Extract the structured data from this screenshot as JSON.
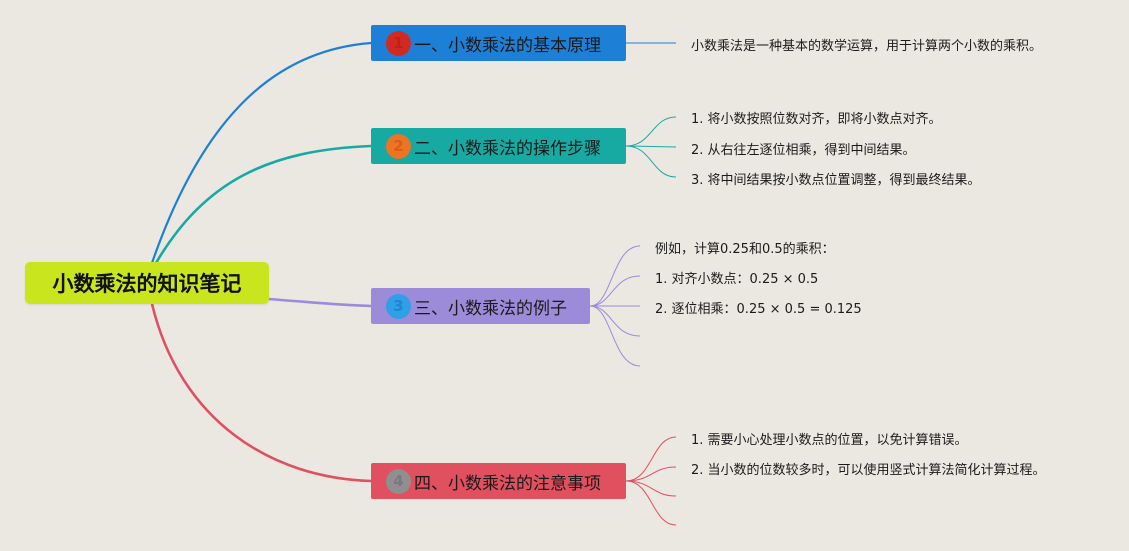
{
  "root": {
    "title": "小数乘法的知识笔记"
  },
  "branches": [
    {
      "number": "1",
      "label": "一、小数乘法的基本原理",
      "color": "#1e7fd6",
      "leaves": [
        "小数乘法是一种基本的数学运算，用于计算两个小数的乘积。"
      ]
    },
    {
      "number": "2",
      "label": "二、小数乘法的操作步骤",
      "color": "#17aaa3",
      "leaves": [
        "1. 将小数按照位数对齐，即将小数点对齐。",
        "2. 从右往左逐位相乘，得到中间结果。",
        "3. 将中间结果按小数点位置调整，得到最终结果。"
      ]
    },
    {
      "number": "3",
      "label": "三、小数乘法的例子",
      "color": "#9b8bd9",
      "leaves": [
        "例如，计算0.25和0.5的乘积：",
        "1. 对齐小数点：0.25 × 0.5",
        "2. 逐位相乘：0.25 × 0.5 = 0.125",
        "",
        ""
      ]
    },
    {
      "number": "4",
      "label": "四、小数乘法的注意事项",
      "color": "#e0505f",
      "leaves": [
        "1. 需要小心处理小数点的位置，以免计算错误。",
        "2. 当小数的位数较多时，可以使用竖式计算法简化计算过程。",
        "",
        ""
      ]
    }
  ]
}
